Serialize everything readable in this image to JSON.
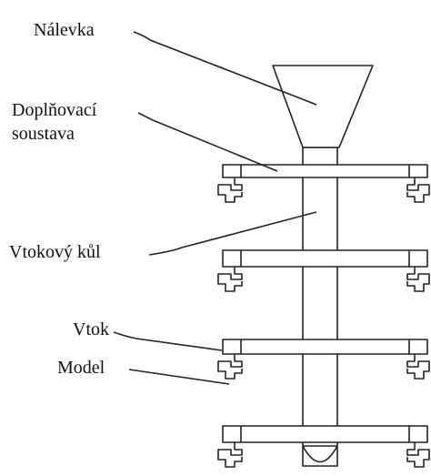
{
  "labels": {
    "funnel": "Nálevka",
    "feeder_line1": "Doplňovací",
    "feeder_line2": "soustava",
    "sprue": "Vtokový kůl",
    "gate": "Vtok",
    "model": "Model"
  }
}
